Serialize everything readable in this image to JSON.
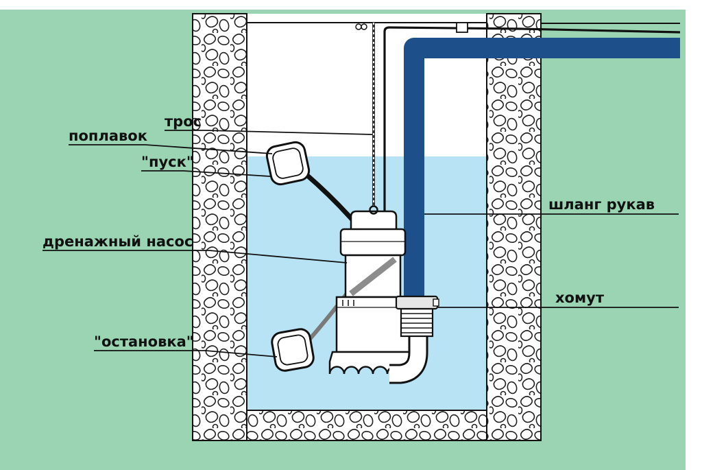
{
  "diagram": {
    "type": "technical-schematic",
    "subject": "drainage pump installation in a pit",
    "labels": {
      "rope": "трос",
      "float": "поплавок",
      "start": "\"пуск\"",
      "pump": "дренажный насос",
      "stop": "\"остановка\"",
      "hose": "шланг рукав",
      "clamp": "хомут"
    }
  },
  "colors": {
    "background": "#9bd4b3",
    "water": "#b7e3f4",
    "pipe": "#1d4f8a",
    "outline": "#111111",
    "stone_outline": "#222222",
    "stop_cable": "#7a7a7a"
  }
}
